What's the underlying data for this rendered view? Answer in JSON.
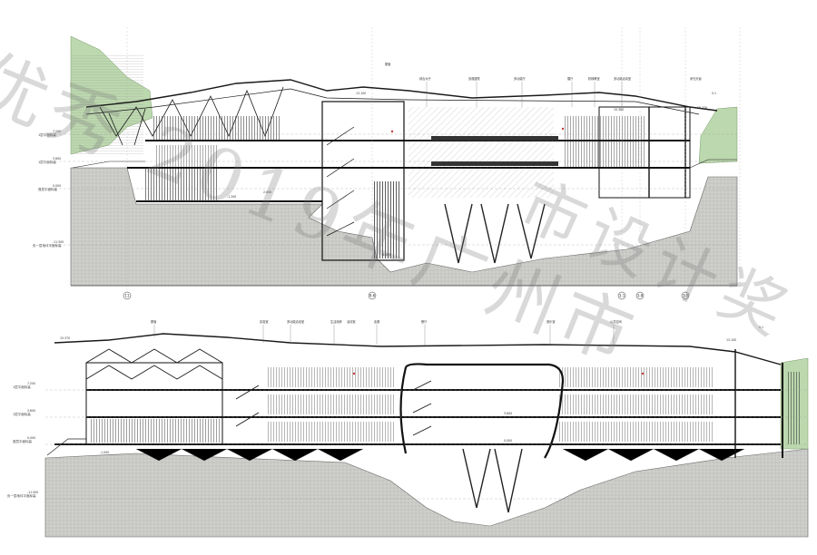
{
  "watermark": {
    "line1": "优秀 2019年广州市",
    "line2": "市设计奖"
  },
  "colors": {
    "ground_fill": "#c9c9c6",
    "hill_green": "#bcd8ae",
    "line": "#1a1a1a",
    "light_line": "#8a8a8a",
    "accent_red": "#c23a3a",
    "hatch": "#555555"
  },
  "section_top": {
    "level_labels": [
      "1层平面标高",
      "1层平面标高",
      "首层平面标高",
      "负一层地坪平面标高"
    ],
    "level_values": [
      "7.200",
      "3.600",
      "0.000",
      "-11.500"
    ],
    "axis_ids": [
      "11",
      "9-6",
      "3-1",
      "3-8",
      "3-5"
    ],
    "annotations": [
      "屋面",
      "综合大厅",
      "景观庭院",
      "多功能厅",
      "展厅",
      "阶梯教室",
      "多功能活动室",
      "采光天窗",
      "5.1",
      "15.370",
      "15.380",
      "13.100",
      "-6.000",
      "2.000",
      "-1.200"
    ]
  },
  "section_bottom": {
    "level_labels": [
      "1层平面标高",
      "1层平面标高",
      "首层平面标高",
      "负一层地坪平面标高"
    ],
    "level_values": [
      "7.200",
      "3.600",
      "0.000",
      "-11.500"
    ],
    "annotations": [
      "屋面",
      "实验室",
      "多功能活动室",
      "生活用房",
      "活动室",
      "走廊",
      "餐厅",
      "音乐室",
      "公共空间",
      "5.1",
      "15.370",
      "13.100",
      "-1.000",
      "3.600",
      "0.000"
    ]
  }
}
